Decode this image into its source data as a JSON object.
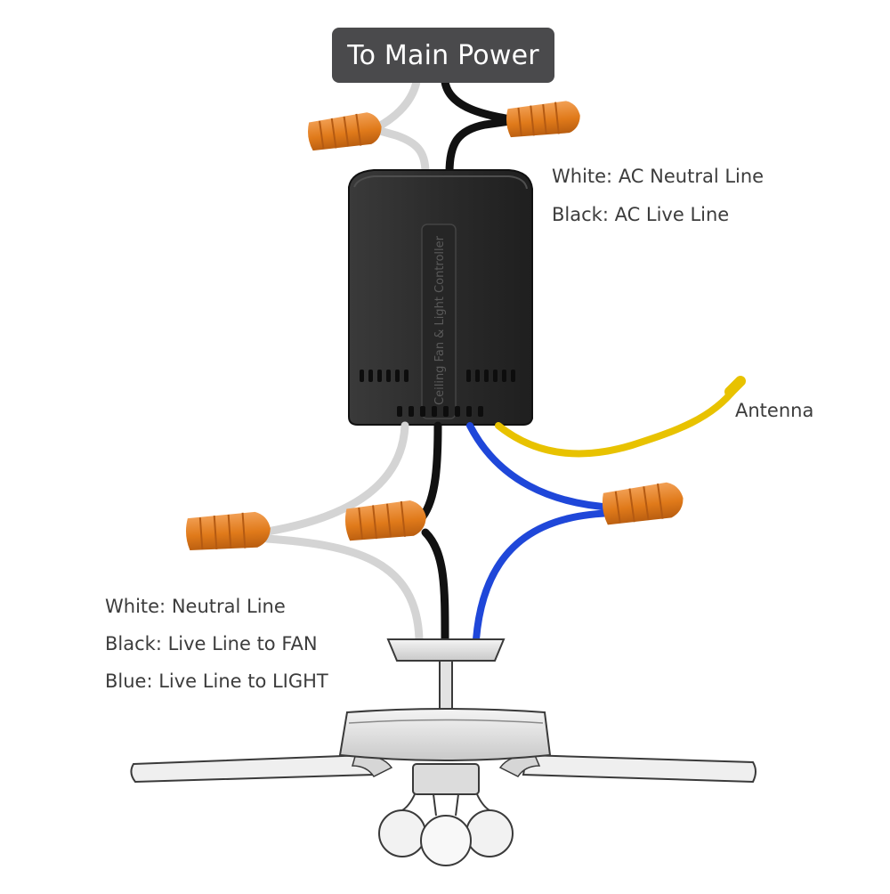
{
  "title": "To Main Power",
  "legend_top": {
    "white": "White: AC Neutral Line",
    "black": "Black: AC Live Line"
  },
  "antenna_label": "Antenna",
  "legend_bottom": {
    "white": "White: Neutral Line",
    "black": "Black: Live Line to FAN",
    "blue": "Blue: Live Line to LIGHT"
  },
  "controller_text": "Ceiling Fan & Light Controller",
  "colors": {
    "white_wire": "#d4d4d4",
    "black_wire": "#111111",
    "blue_wire": "#1f47d9",
    "antenna_wire": "#e8c200",
    "connector": "#e07a1a",
    "controller": "#2e2e2e",
    "title_bg": "#4a4a4c"
  }
}
